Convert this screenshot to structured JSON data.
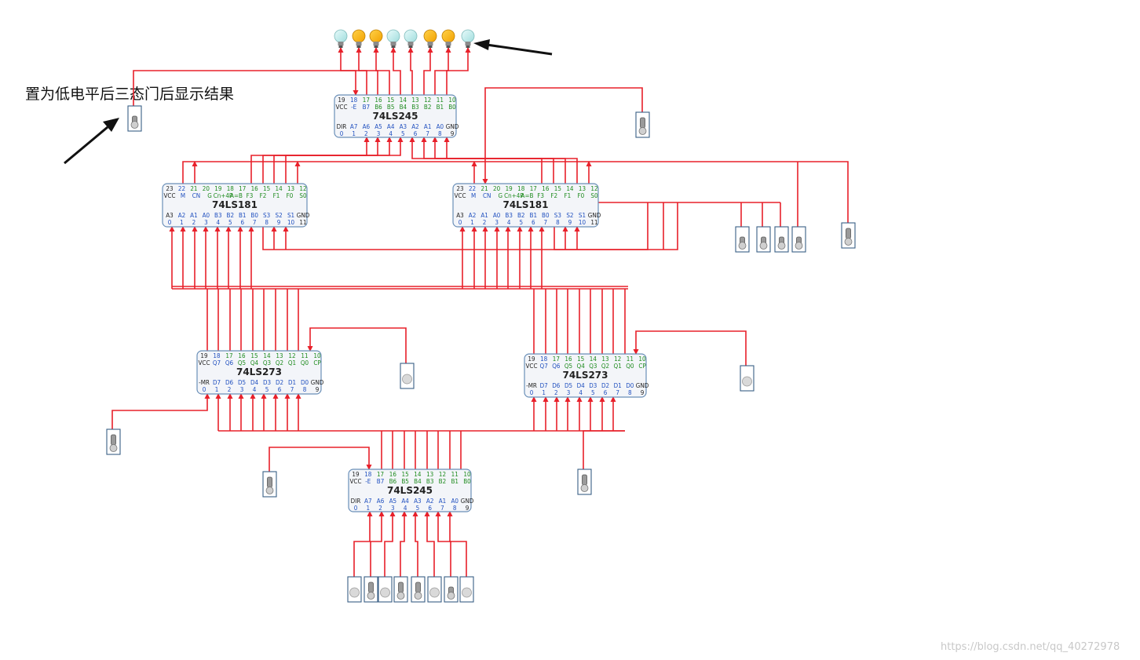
{
  "annotation": "置为低电平后三态门后显示结果",
  "watermark": "https://blog.csdn.net/qq_40272978",
  "colors": {
    "wire": "#e8202a",
    "chip_border": "#6a8fb8",
    "chip_fill": "#f3f5f9",
    "pin_blue": "#1f4fbf",
    "pin_green": "#1c8a1c",
    "arrow": "#111111"
  },
  "lamps": [
    "off",
    "on",
    "on",
    "off",
    "off",
    "on",
    "on",
    "off"
  ],
  "chips": {
    "bus_top": {
      "name": "74LS245",
      "top_nums": [
        "19",
        "18",
        "17",
        "16",
        "15",
        "14",
        "13",
        "12",
        "11",
        "10"
      ],
      "top_labels": [
        "VCC",
        "-E",
        "B7",
        "B6",
        "B5",
        "B4",
        "B3",
        "B2",
        "B1",
        "B0"
      ],
      "bot_labels": [
        "DIR",
        "A7",
        "A6",
        "A5",
        "A4",
        "A3",
        "A2",
        "A1",
        "A0",
        "GND"
      ],
      "bot_nums": [
        "0",
        "1",
        "2",
        "3",
        "4",
        "5",
        "6",
        "7",
        "8",
        "9"
      ]
    },
    "alu_left": {
      "name": "74LS181",
      "top_nums": [
        "23",
        "22",
        "21",
        "20",
        "19",
        "18",
        "17",
        "16",
        "15",
        "14",
        "13",
        "12"
      ],
      "top_labels": [
        "VCC",
        "M",
        "CN",
        "G",
        "Cn+4P",
        "A=B",
        "F3",
        "F2",
        "F1",
        "F0",
        "S0"
      ],
      "bot_labels": [
        "A3",
        "A2",
        "A1",
        "A0",
        "B3",
        "B2",
        "B1",
        "B0",
        "S3",
        "S2",
        "S1",
        "GND"
      ],
      "bot_nums": [
        "0",
        "1",
        "2",
        "3",
        "4",
        "5",
        "6",
        "7",
        "8",
        "9",
        "10",
        "11"
      ]
    },
    "alu_right": {
      "name": "74LS181",
      "top_nums": [
        "23",
        "22",
        "21",
        "20",
        "19",
        "18",
        "17",
        "16",
        "15",
        "14",
        "13",
        "12"
      ],
      "top_labels": [
        "VCC",
        "M",
        "CN",
        "G",
        "Cn+4P",
        "A=B",
        "F3",
        "F2",
        "F1",
        "F0",
        "S0"
      ],
      "bot_labels": [
        "A3",
        "A2",
        "A1",
        "A0",
        "B3",
        "B2",
        "B1",
        "B0",
        "S3",
        "S2",
        "S1",
        "GND"
      ],
      "bot_nums": [
        "0",
        "1",
        "2",
        "3",
        "4",
        "5",
        "6",
        "7",
        "8",
        "9",
        "10",
        "11"
      ]
    },
    "reg_left": {
      "name": "74LS273",
      "top_nums": [
        "19",
        "18",
        "17",
        "16",
        "15",
        "14",
        "13",
        "12",
        "11",
        "10"
      ],
      "top_labels": [
        "VCC",
        "Q7",
        "Q6",
        "Q5",
        "Q4",
        "Q3",
        "Q2",
        "Q1",
        "Q0",
        "CP"
      ],
      "bot_labels": [
        "-MR",
        "D7",
        "D6",
        "D5",
        "D4",
        "D3",
        "D2",
        "D1",
        "D0",
        "GND"
      ],
      "bot_nums": [
        "0",
        "1",
        "2",
        "3",
        "4",
        "5",
        "6",
        "7",
        "8",
        "9"
      ]
    },
    "reg_right": {
      "name": "74LS273",
      "top_nums": [
        "19",
        "18",
        "17",
        "16",
        "15",
        "14",
        "13",
        "12",
        "11",
        "10"
      ],
      "top_labels": [
        "VCC",
        "Q7",
        "Q6",
        "Q5",
        "Q4",
        "Q3",
        "Q2",
        "Q1",
        "Q0",
        "CP"
      ],
      "bot_labels": [
        "-MR",
        "D7",
        "D6",
        "D5",
        "D4",
        "D3",
        "D2",
        "D1",
        "D0",
        "GND"
      ],
      "bot_nums": [
        "0",
        "1",
        "2",
        "3",
        "4",
        "5",
        "6",
        "7",
        "8",
        "9"
      ]
    },
    "bus_bottom": {
      "name": "74LS245",
      "top_nums": [
        "19",
        "18",
        "17",
        "16",
        "15",
        "14",
        "13",
        "12",
        "11",
        "10"
      ],
      "top_labels": [
        "VCC",
        "-E",
        "B7",
        "B6",
        "B5",
        "B4",
        "B3",
        "B2",
        "B1",
        "B0"
      ],
      "bot_labels": [
        "DIR",
        "A7",
        "A6",
        "A5",
        "A4",
        "A3",
        "A2",
        "A1",
        "A0",
        "GND"
      ],
      "bot_nums": [
        "0",
        "1",
        "2",
        "3",
        "4",
        "5",
        "6",
        "7",
        "8",
        "9"
      ]
    }
  },
  "switches": {
    "annotated": "low",
    "bus_top_enable": "high",
    "alu_mode": [
      "low",
      "low",
      "low",
      "low"
    ],
    "alu_cn": "high",
    "reg_left_cp": "off",
    "reg_right_cp": "off",
    "reg_left_mr": "high",
    "bus_bottom_enable": "high",
    "reg_right_mr": "high",
    "inputs": [
      "off",
      "high",
      "off",
      "high",
      "high",
      "off",
      "low",
      "off"
    ]
  }
}
